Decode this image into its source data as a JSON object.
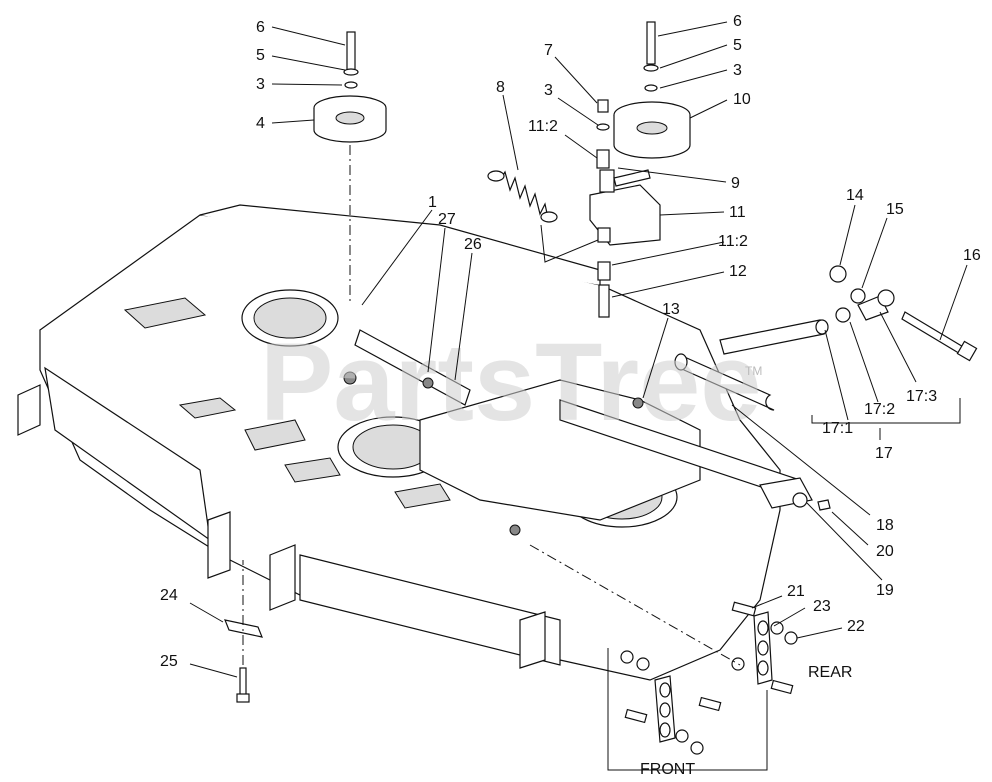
{
  "watermark": {
    "text": "PartsTree",
    "trademark": "TM"
  },
  "labels": {
    "front": "FRONT",
    "rear": "REAR"
  },
  "callouts": [
    "6",
    "5",
    "3",
    "4",
    "7",
    "3",
    "11:2",
    "8",
    "6",
    "5",
    "3",
    "10",
    "9",
    "11",
    "11:2",
    "12",
    "1",
    "27",
    "26",
    "14",
    "15",
    "16",
    "13",
    "17:1",
    "17:2",
    "17:3",
    "17",
    "18",
    "20",
    "19",
    "21",
    "23",
    "22",
    "24",
    "25"
  ]
}
